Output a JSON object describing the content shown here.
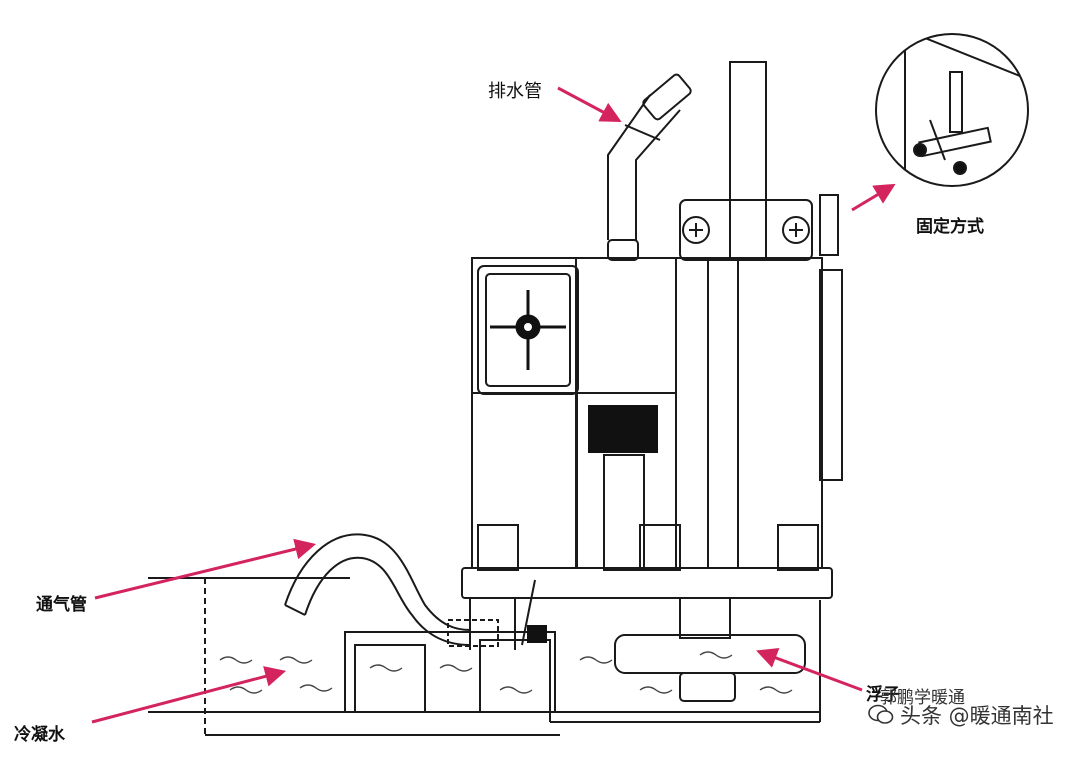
{
  "labels": {
    "drain_pipe": "排水管",
    "fixing_method": "固定方式",
    "vent_pipe": "通气管",
    "condensate": "冷凝水",
    "float": "浮子"
  },
  "watermark": {
    "account": "郭鹏学暖通",
    "source": "头条 @暖通南社"
  },
  "colors": {
    "arrow": "#d4245e",
    "line": "#1a1a1a",
    "dark_fill": "#111111"
  }
}
